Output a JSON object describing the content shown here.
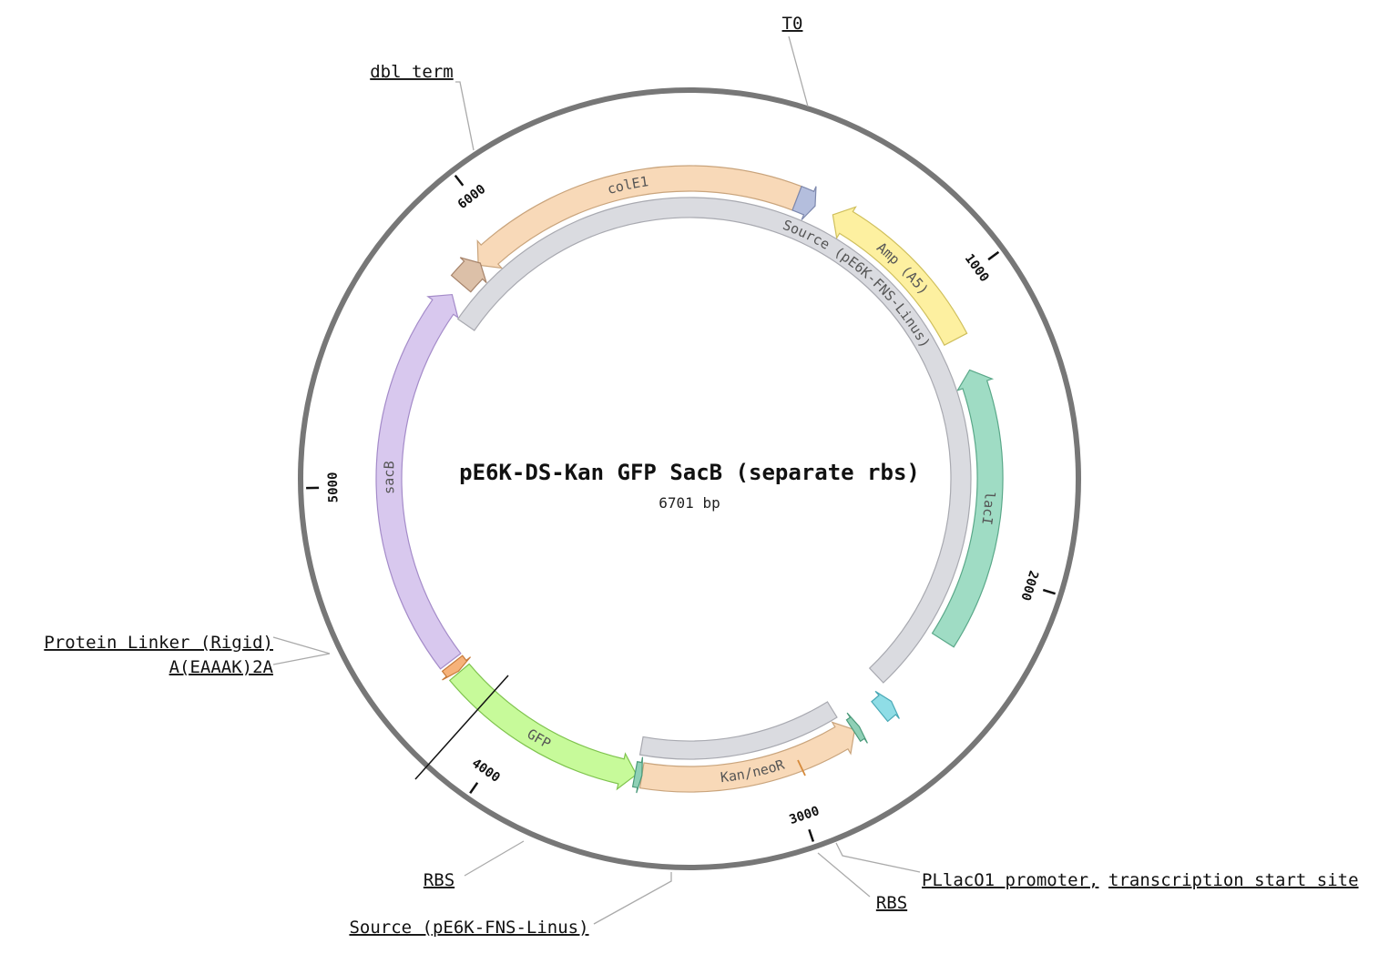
{
  "plasmid": {
    "name": "pE6K-DS-Kan GFP SacB (separate rbs)",
    "length_label": "6701 bp",
    "length_bp": 6701
  },
  "ticks": [
    {
      "bp": 1000,
      "label": "1000"
    },
    {
      "bp": 2000,
      "label": "2000"
    },
    {
      "bp": 3000,
      "label": "3000"
    },
    {
      "bp": 4000,
      "label": "4000"
    },
    {
      "bp": 5000,
      "label": "5000"
    },
    {
      "bp": 6000,
      "label": "6000"
    }
  ],
  "features": [
    {
      "id": "colE1",
      "label": "colE1",
      "start": 5870,
      "end": 390,
      "strand": -1,
      "color": "#f8d9b8",
      "stroke": "#c9a47c",
      "lane": "outer",
      "text": true
    },
    {
      "id": "colE1-tip",
      "label": "",
      "start": 390,
      "end": 460,
      "strand": 1,
      "color": "#b4bedd",
      "stroke": "#7d88ad",
      "lane": "outer",
      "text": false
    },
    {
      "id": "amp",
      "label": "Amp (A5)",
      "start": 530,
      "end": 1160,
      "strand": -1,
      "color": "#fdf0a0",
      "stroke": "#cfbf5c",
      "lane": "outer",
      "text": true
    },
    {
      "id": "laci",
      "label": "lacI",
      "start": 1280,
      "end": 2280,
      "strand": -1,
      "color": "#9fdcc4",
      "stroke": "#5aa889",
      "lane": "outer",
      "text": true
    },
    {
      "id": "pllac-promoter",
      "label": "",
      "start": 2565,
      "end": 2620,
      "strand": -1,
      "color": "#8fdde6",
      "stroke": "#4aa9b6",
      "lane": "outer",
      "text": false
    },
    {
      "id": "kan-neor",
      "label": "Kan/neoR",
      "start": 2730,
      "end": 3520,
      "strand": -1,
      "color": "#f8d9b8",
      "stroke": "#c9a47c",
      "lane": "outer",
      "text": true
    },
    {
      "id": "rbs-kan",
      "label": "",
      "start": 2710,
      "end": 2735,
      "strand": -1,
      "color": "#8fd0b6",
      "stroke": "#4a9a7a",
      "lane": "outer",
      "text": false
    },
    {
      "id": "gfp",
      "label": "GFP",
      "start": 3540,
      "end": 4280,
      "strand": -1,
      "color": "#c7fa9a",
      "stroke": "#7fc34e",
      "lane": "outer",
      "text": true
    },
    {
      "id": "rbs-gfp",
      "label": "",
      "start": 3520,
      "end": 3545,
      "strand": -1,
      "color": "#8fd0b6",
      "stroke": "#4a9a7a",
      "lane": "outer",
      "text": false
    },
    {
      "id": "linker",
      "label": "",
      "start": 4285,
      "end": 4320,
      "strand": -1,
      "color": "#f6b27a",
      "stroke": "#c77a3a",
      "lane": "outer",
      "text": false
    },
    {
      "id": "sacB",
      "label": "sacB",
      "start": 4330,
      "end": 5730,
      "strand": 1,
      "color": "#d8c8ee",
      "stroke": "#a48bc9",
      "lane": "outer",
      "text": true
    },
    {
      "id": "dbl-term",
      "label": "",
      "start": 5780,
      "end": 5880,
      "strand": 1,
      "color": "#dcc0a8",
      "stroke": "#a6836a",
      "lane": "outer",
      "text": false
    },
    {
      "id": "source",
      "label": "Source (pE6K-FNS-Linus)",
      "start": 5670,
      "end": 2540,
      "strand": 0,
      "color": "#dadbe0",
      "stroke": "#a8a9b0",
      "lane": "inner",
      "text": true
    },
    {
      "id": "source-2",
      "label": "",
      "start": 2760,
      "end": 3540,
      "strand": 0,
      "color": "#dadbe0",
      "stroke": "#a8a9b0",
      "lane": "inner2",
      "text": false
    }
  ],
  "annotations": [
    {
      "id": "ann-t0",
      "label": "T0",
      "bp": 442
    },
    {
      "id": "ann-dbl-term",
      "label": "dbl term",
      "bp": 5880
    },
    {
      "id": "ann-linker",
      "label": "Protein Linker (Rigid)",
      "label2": "A(EAAAK)2A",
      "bp": 4300
    },
    {
      "id": "ann-rbs-gfp",
      "label": "RBS",
      "bp": 3520
    },
    {
      "id": "ann-source",
      "label": "Source (pE6K-FNS-Linus)",
      "bp": 3260
    },
    {
      "id": "ann-rbs-kan",
      "label": "RBS",
      "bp": 2720
    },
    {
      "id": "ann-pllac",
      "label": "PLlacO1 promoter,",
      "label2": "transcription start site",
      "bp": 2590
    }
  ]
}
